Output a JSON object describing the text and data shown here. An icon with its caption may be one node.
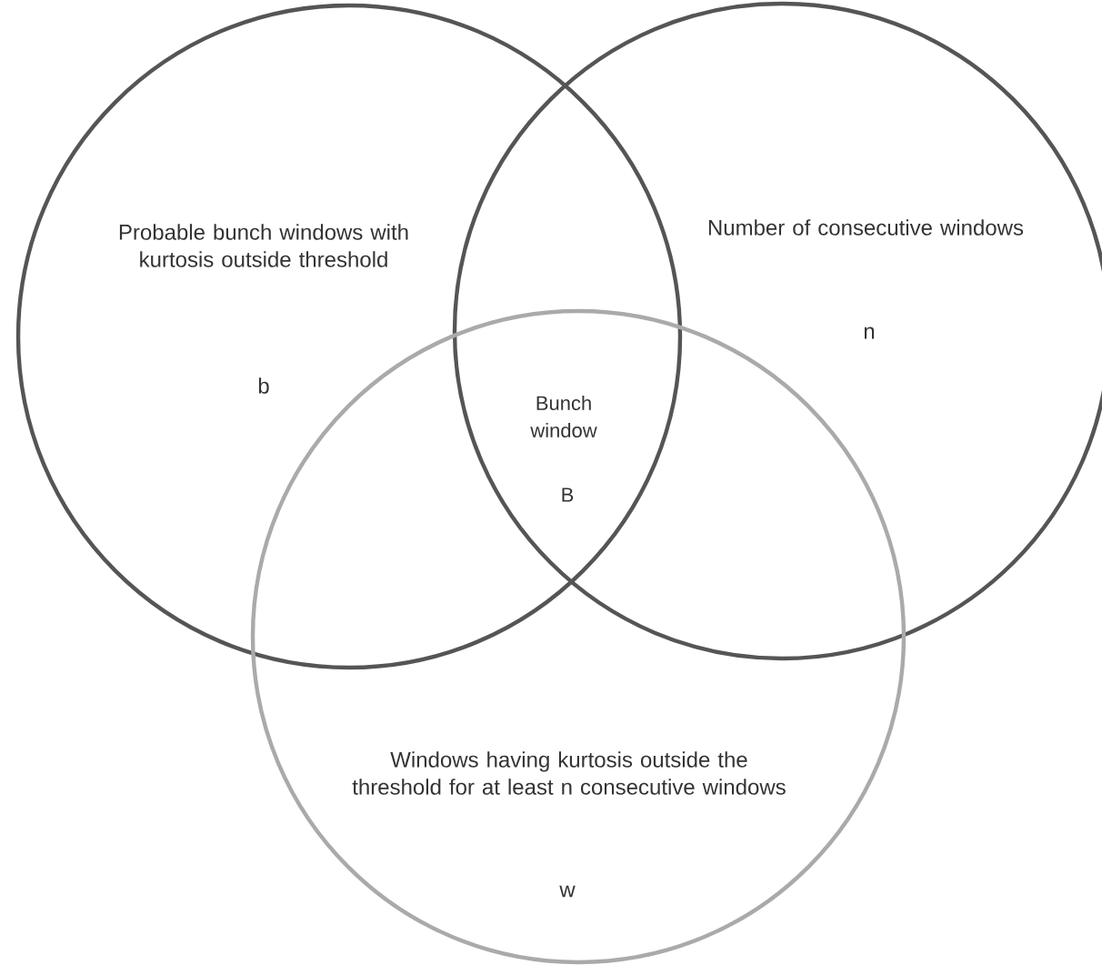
{
  "diagram": {
    "nodes": [
      {
        "text": [
          "Probable bunch windows with kurtosis outside threshold",
          "b"
        ]
      },
      {
        "text": [
          "Number of consecutive windows",
          "n"
        ]
      },
      {
        "text": [
          "Windows having kurtosis outside the threshold for at least n consecutive windows",
          "w"
        ]
      }
    ],
    "labels": [
      "Bunch window",
      "B"
    ]
  }
}
